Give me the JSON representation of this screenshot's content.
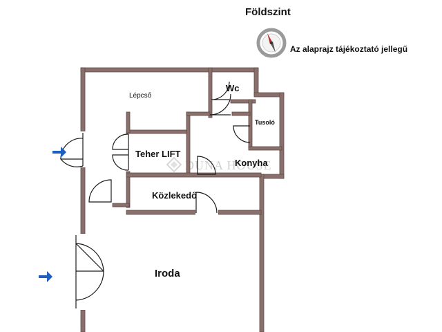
{
  "header": {
    "floor_title": "Földszint",
    "note": "Az alaprajz tájékoztató jellegű"
  },
  "rooms": {
    "lepcso": "Lépcső",
    "wc": "Wc",
    "tusolo": "Tusoló",
    "teher_lift": "Teher LIFT",
    "konyha": "Konyha",
    "kozlekedo": "Közlekedő",
    "iroda": "Iroda"
  },
  "watermark": "DUNA HOUSE",
  "icons": {
    "compass": "compass-icon",
    "entrance_arrow": "entrance-arrow-icon",
    "watermark_logo": "duna-house-logo-icon"
  },
  "colors": {
    "wall": "#8a706c",
    "arrow": "#1f5fbf",
    "compass_ring": "#9a9a9a",
    "compass_needle": "#b03030"
  }
}
